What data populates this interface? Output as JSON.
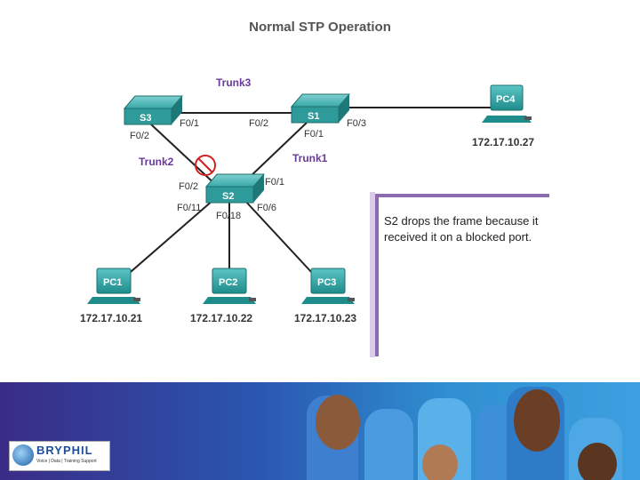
{
  "title": "Normal STP Operation",
  "switches": {
    "s1": "S1",
    "s2": "S2",
    "s3": "S3"
  },
  "pcs": {
    "pc1": {
      "label": "PC1",
      "ip": "172.17.10.21"
    },
    "pc2": {
      "label": "PC2",
      "ip": "172.17.10.22"
    },
    "pc3": {
      "label": "PC3",
      "ip": "172.17.10.23"
    },
    "pc4": {
      "label": "PC4",
      "ip": "172.17.10.27"
    }
  },
  "trunks": {
    "trunk1": "Trunk1",
    "trunk2": "Trunk2",
    "trunk3": "Trunk3"
  },
  "ports": {
    "s3_f01": "F0/1",
    "s3_f02": "F0/2",
    "s1_f02": "F0/2",
    "s1_f01": "F0/1",
    "s1_f03": "F0/3",
    "s2_f02": "F0/2",
    "s2_f01": "F0/1",
    "s2_f011": "F0/11",
    "s2_f018": "F0/18",
    "s2_f06": "F0/6"
  },
  "note": "S2 drops the frame because it received it on a blocked port.",
  "logo": {
    "name": "BRYPHIL",
    "tagline": "Voice | Data | Training Support"
  },
  "colors": {
    "trunk_label": "#6a3a9a",
    "switch": "#2f9a9a",
    "pc": "#2aa0a0",
    "blocked": "#d22020",
    "note_border": "#8c6bb1"
  }
}
